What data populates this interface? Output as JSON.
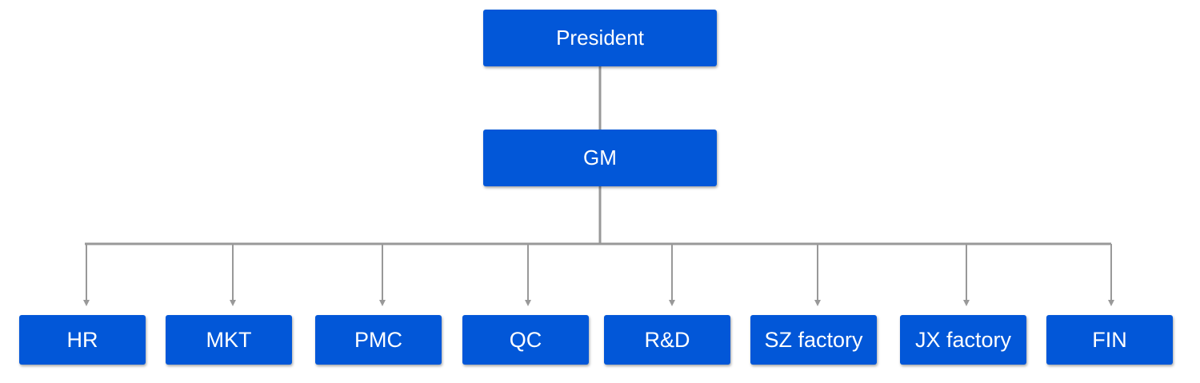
{
  "chart": {
    "top": "President",
    "second": "GM",
    "departments": [
      "HR",
      "MKT",
      "PMC",
      "QC",
      "R&D",
      "SZ factory",
      "JX factory",
      "FIN"
    ]
  },
  "colors": {
    "box_fill": "#0257d8",
    "box_text": "#ffffff",
    "connector": "#999999"
  }
}
